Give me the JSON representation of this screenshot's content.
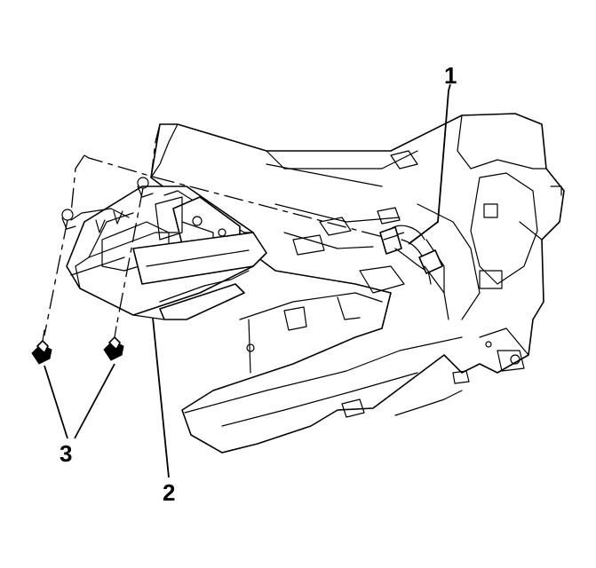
{
  "callouts": [
    {
      "label": "1"
    },
    {
      "label": "2"
    },
    {
      "label": "3"
    }
  ],
  "icons": [
    "instrument-panel-carrier",
    "airbag-module",
    "wiring-connector",
    "bolt-icon"
  ],
  "colors": {
    "line": "#000000",
    "background": "#ffffff"
  }
}
